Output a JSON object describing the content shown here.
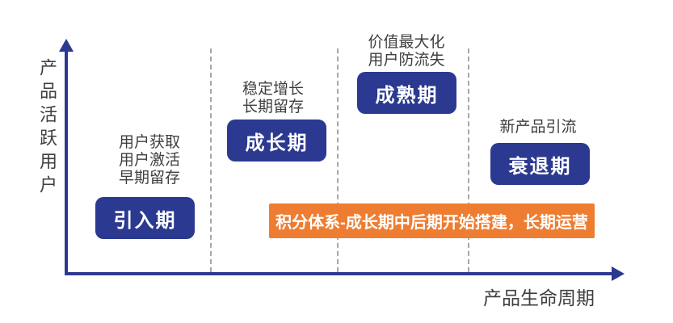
{
  "diagram": {
    "y_axis_label": "产品活跃用户",
    "x_axis_label": "产品生命周期",
    "stages": [
      {
        "label": "引入期",
        "notes": [
          "用户获取",
          "用户激活",
          "早期留存"
        ]
      },
      {
        "label": "成长期",
        "notes": [
          "稳定增长",
          "长期留存"
        ]
      },
      {
        "label": "成熟期",
        "notes": [
          "价值最大化",
          "用户防流失"
        ]
      },
      {
        "label": "衰退期",
        "notes": [
          "新产品引流"
        ]
      }
    ],
    "banner_text": "积分体系-成长期中后期开始搭建，长期运营",
    "colors": {
      "stage_box": "#2B3990",
      "axis": "#2B3990",
      "banner": "#EE7D31",
      "note_text": "#3F3F3F",
      "dashed_line": "#A6A6A6"
    }
  }
}
